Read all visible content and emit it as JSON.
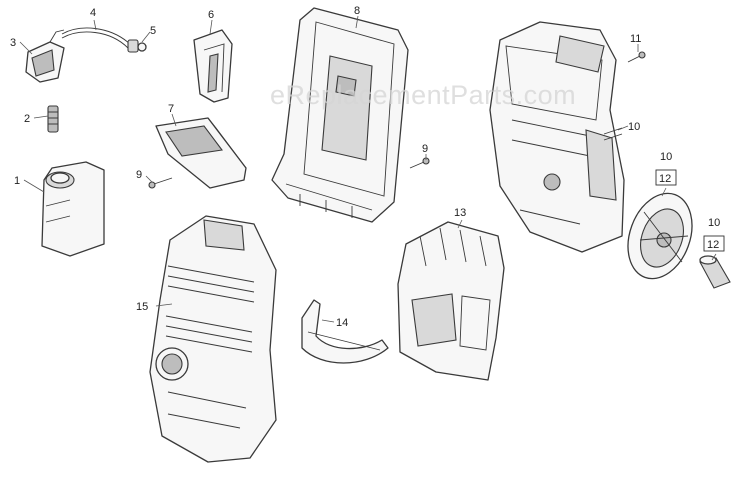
{
  "watermark": "eReplacementParts.com",
  "callouts": {
    "c1": "1",
    "c2": "2",
    "c3": "3",
    "c4": "4",
    "c5": "5",
    "c6": "6",
    "c7": "7",
    "c8": "8",
    "c9a": "9",
    "c9b": "9",
    "c10a": "10",
    "c10b": "10",
    "c10c": "10",
    "c11": "11",
    "c12a": "12",
    "c12b": "12",
    "c13": "13",
    "c14": "14",
    "c15": "15"
  }
}
